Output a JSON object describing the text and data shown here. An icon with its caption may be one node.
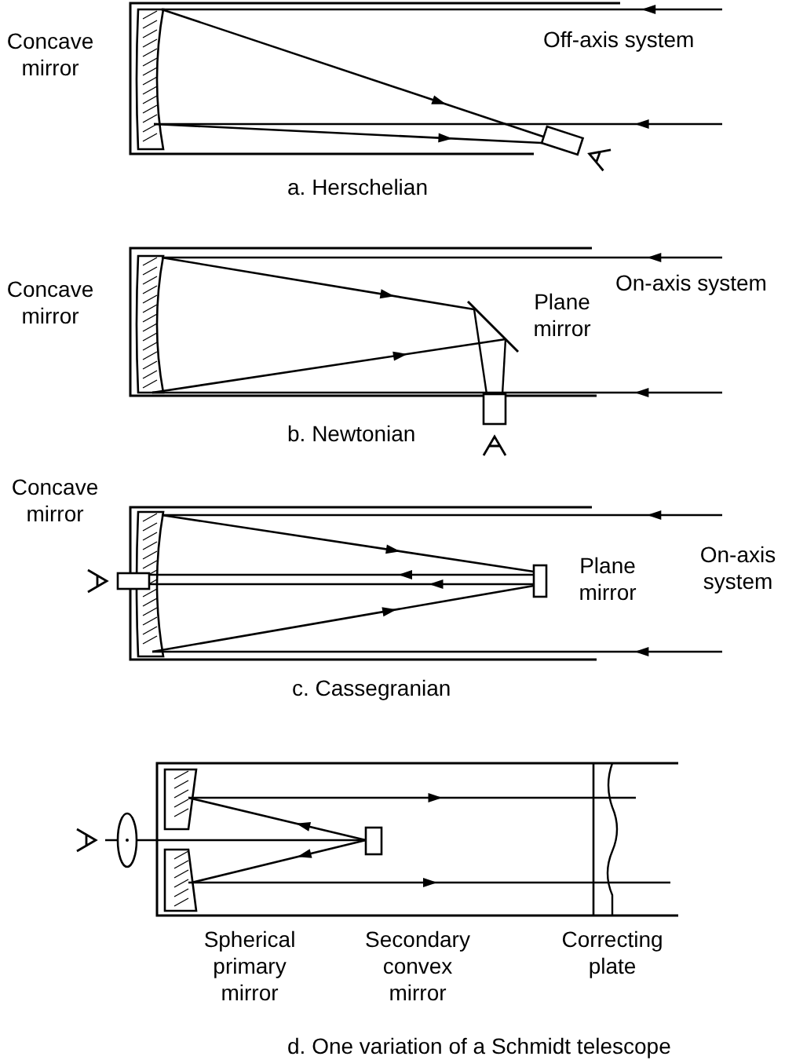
{
  "diagram": {
    "labels": [
      "Concave mirror",
      "Off-axis system",
      "a. Herschelian",
      "Concave mirror",
      "On-axis system",
      "Plane mirror",
      "b. Newtonian",
      "Concave mirror",
      "On-axis system",
      "Plane mirror",
      "c. Cassegranian",
      "Spherical primary mirror",
      "Secondary convex mirror",
      "Correcting plate",
      "d. One variation of a Schmidt telescope"
    ]
  }
}
